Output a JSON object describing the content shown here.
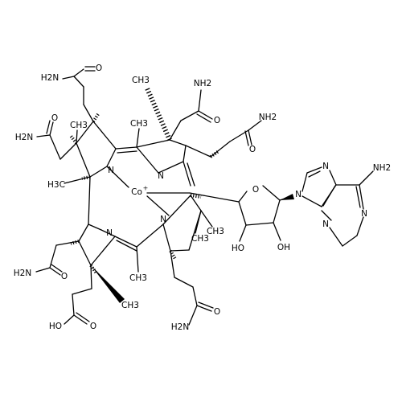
{
  "atoms": {
    "co": "Co",
    "co_charge": "+",
    "amide_upper_left_nh2": "H2N",
    "amide_upper_left_o": "O",
    "amide_left_nh2": "H2N",
    "amide_left_o": "O",
    "methyl_left_a": "CH3",
    "methyl_left_b": "H3C",
    "methyl_top": "CH3",
    "methyl_hash_top": "CH3",
    "amide_top_nh2": "NH2",
    "amide_top_o": "O",
    "amide_right_nh2": "NH2",
    "amide_right_o": "O",
    "n_ring_a": "N",
    "n_ring_b": "N",
    "n_ring_c": "N",
    "n_ring_d": "N",
    "methyl_right_a": "CH3",
    "methyl_right_b": "CH3",
    "methyl_bottom": "CH3",
    "methyl_wedge_bottom": "CH3",
    "amide_lower_left_nh2": "H2N",
    "amide_lower_left_o": "O",
    "acid_oh": "HO",
    "acid_o": "O",
    "amide_bottom_nh2": "H2N",
    "amide_bottom_o": "O",
    "ribose_o": "O",
    "ribose_oh_a": "HO",
    "ribose_oh_b": "OH",
    "adenine_n9": "N",
    "adenine_n7": "N",
    "adenine_n3": "N",
    "adenine_n1": "N",
    "adenine_nh2": "NH2"
  }
}
